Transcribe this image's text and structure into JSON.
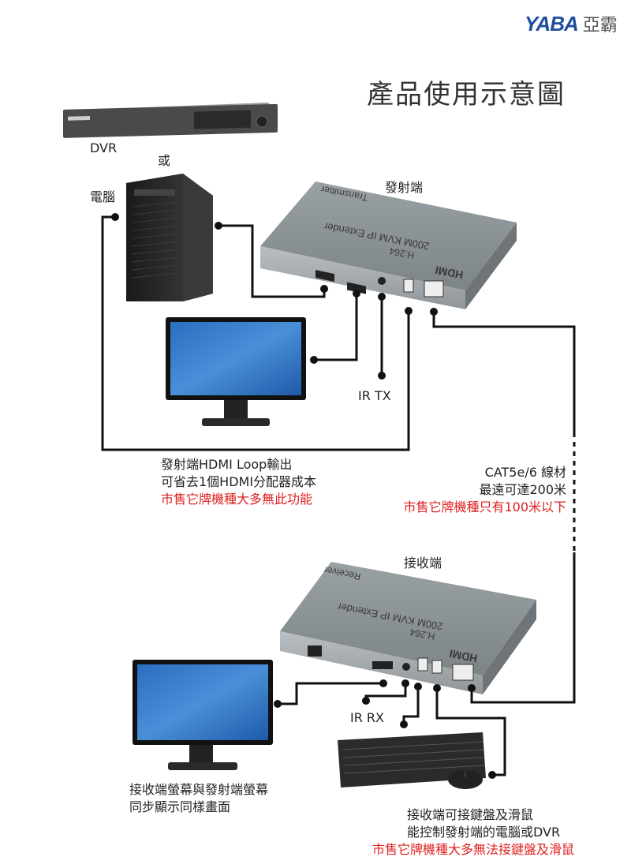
{
  "brand": {
    "logo_mark": "YABA",
    "logo_text": "亞霸"
  },
  "title": "產品使用示意圖",
  "labels": {
    "dvr": "DVR",
    "or": "或",
    "pc": "電腦",
    "transmitter": "發射端",
    "receiver": "接收端",
    "ir_tx": "IR TX",
    "ir_rx": "IR RX"
  },
  "device_print": {
    "tx_brand": "HDMI",
    "tx_codec": "H.264",
    "tx_model": "200M KVM IP Extender",
    "tx_role": "Transmitter",
    "rx_brand": "HDMI",
    "rx_codec": "H.264",
    "rx_model": "200M KVM IP Extender",
    "rx_role": "Receiver"
  },
  "notes": {
    "loop_line1": "發射端HDMI Loop輸出",
    "loop_line2": "可省去1個HDMI分配器成本",
    "loop_red": "市售它牌機種大多無此功能",
    "cable_line1": "CAT5e/6 線材",
    "cable_line2": "最遠可達200米",
    "cable_red": "市售它牌機種只有100米以下",
    "sync_line1": "接收端螢幕與發射端螢幕",
    "sync_line2": "同步顯示同樣畫面",
    "kb_line1": "接收端可接鍵盤及滑鼠",
    "kb_line2": "能控制發射端的電腦或DVR",
    "kb_red": "市售它牌機種大多無法接鍵盤及滑鼠"
  },
  "colors": {
    "accent_red": "#e02020",
    "brand_blue": "#1f4e9c",
    "device_grey": "#8c9396"
  }
}
